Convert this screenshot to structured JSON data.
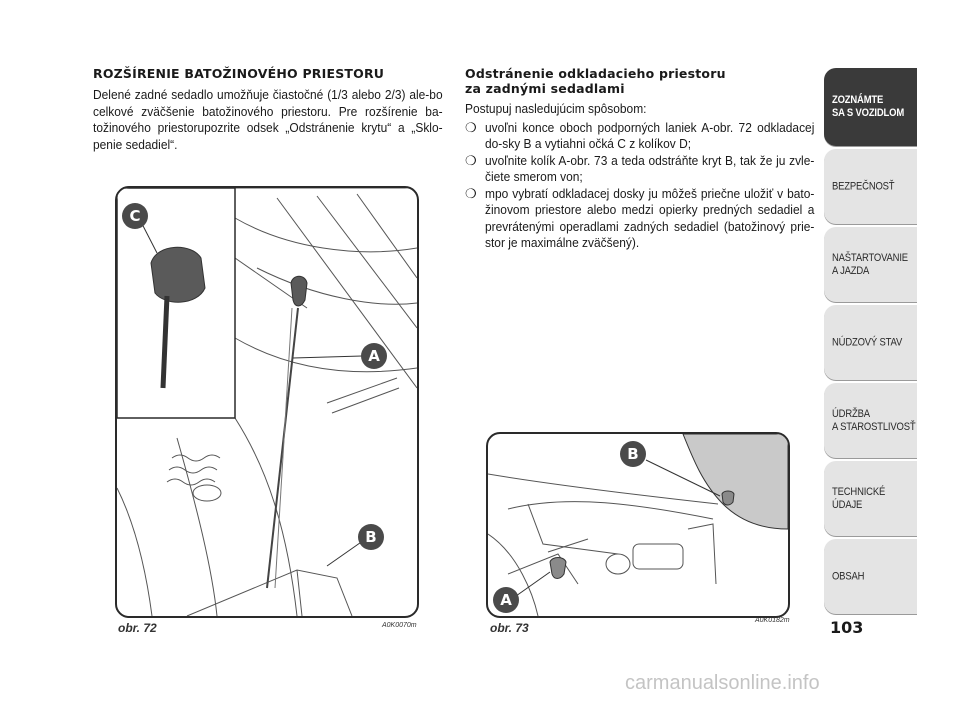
{
  "left": {
    "heading": "ROZŠÍRENIE BATOŽINOVÉHO PRIESTORU",
    "paragraph": "Delené zadné sedadlo umožňuje čiastočné (1/3 alebo 2/3) ale-bo celkové zväčšenie batožinového priestoru. Pre rozšírenie ba-tožinového priestorupozrite odsek „Odstránenie krytu“ a „Sklo-penie sedadiel“."
  },
  "right": {
    "heading_line1": "Odstránenie odkladacieho priestoru",
    "heading_line2": "za zadnými sedadlami",
    "intro": "Postupuj nasledujúcim spôsobom:",
    "bullet_mark": "❍",
    "bullets": [
      "uvoľni konce oboch podporných laniek A-obr. 72 odkladacej do-sky B a vytiahni očká C z kolíkov D;",
      "uvoľnite kolík A-obr. 73 a teda odstráňte kryt B, tak že ju zvle-čiete smerom von;",
      "mpo vybratí odkladacej dosky ju môžeš priečne uložiť v bato-žinovom priestore alebo medzi opierky predných sedadiel a prevrátenými operadlami zadných sedadiel (batožinový prie-stor je maximálne zväčšený)."
    ]
  },
  "figures": {
    "fig72": {
      "caption": "obr. 72",
      "code": "A0K0070m",
      "labels": {
        "c": "C",
        "a": "A",
        "b": "B"
      }
    },
    "fig73": {
      "caption": "obr. 73",
      "code": "A0K0182m",
      "labels": {
        "b": "B",
        "a": "A"
      }
    }
  },
  "sidebar": {
    "tabs": [
      {
        "label": "ZOZNÁMTE\nSA S VOZIDLOM",
        "active": true
      },
      {
        "label": "BEZPEČNOSŤ",
        "active": false
      },
      {
        "label": "NAŠTARTOVANIE\nA JAZDA",
        "active": false
      },
      {
        "label": "NÚDZOVÝ STAV",
        "active": false
      },
      {
        "label": "ÚDRŽBA\nA STAROSTLIVOSŤ",
        "active": false
      },
      {
        "label": "TECHNICKÉ\nÚDAJE",
        "active": false
      },
      {
        "label": "OBSAH",
        "active": false
      }
    ]
  },
  "page_number": "103",
  "watermark": "carmanualsonline.info",
  "colors": {
    "active_tab": "#3a3a3a",
    "inactive_tab": "#e4e4e4",
    "callout": "#4a4a4a"
  }
}
